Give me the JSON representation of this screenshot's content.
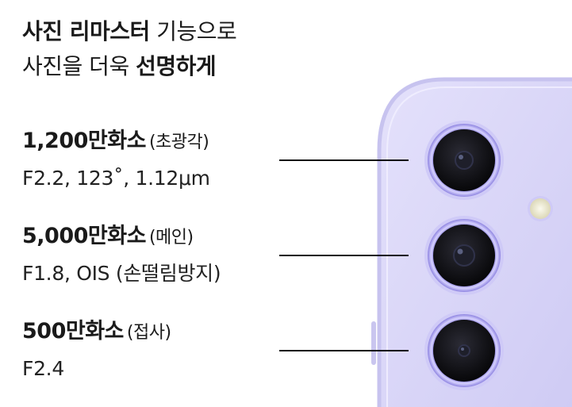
{
  "headline": {
    "line1_bold": "사진 리마스터",
    "line1_regular": " 기능으로",
    "line2_regular": "사진을 더욱 ",
    "line2_bold": "선명하게"
  },
  "specs": [
    {
      "title": "1,200만화소",
      "sub": "(초광각)",
      "detail": "F2.2, 123˚, 1.12μm"
    },
    {
      "title": "5,000만화소",
      "sub": "(메인)",
      "detail": "F1.8, OIS (손떨림방지)"
    },
    {
      "title": "500만화소",
      "sub": "(접사)",
      "detail": "F2.4"
    }
  ],
  "colors": {
    "phone_body": "#d9d6f7",
    "phone_edge": "#c6c2ef",
    "lens_ring": "#b9b0f0",
    "lens_glass": "#141418",
    "flash": "#f3f0d9"
  }
}
